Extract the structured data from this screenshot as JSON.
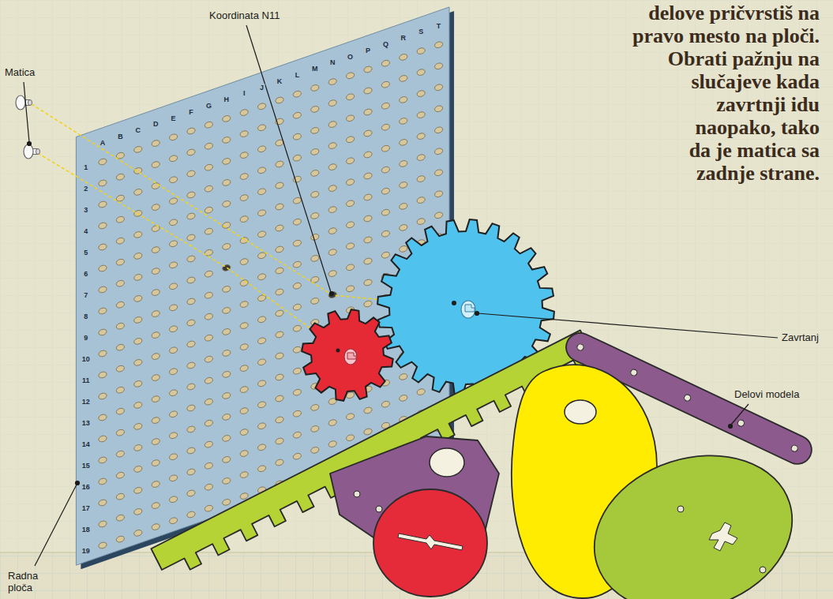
{
  "diagram": {
    "labels": [
      "delove pričvrstiš na pravo mesto na ploči. Obrati pažnju na slučajeve kada zavrtnji idu naopako, tako da je matica sa zadnje strane.",
      "Koordinata N11",
      "Matica",
      "Zavrtanj",
      "Delovi modela",
      "Radna ploča",
      "A",
      "B",
      "C",
      "D",
      "E",
      "F",
      "G",
      "H",
      "I",
      "J",
      "K",
      "L",
      "M",
      "N",
      "O",
      "P",
      "Q",
      "R",
      "S",
      "T",
      "1",
      "2",
      "3",
      "4",
      "5",
      "6",
      "7",
      "8",
      "9",
      "10",
      "11",
      "12",
      "13",
      "14",
      "15",
      "16",
      "17",
      "18",
      "19"
    ]
  }
}
